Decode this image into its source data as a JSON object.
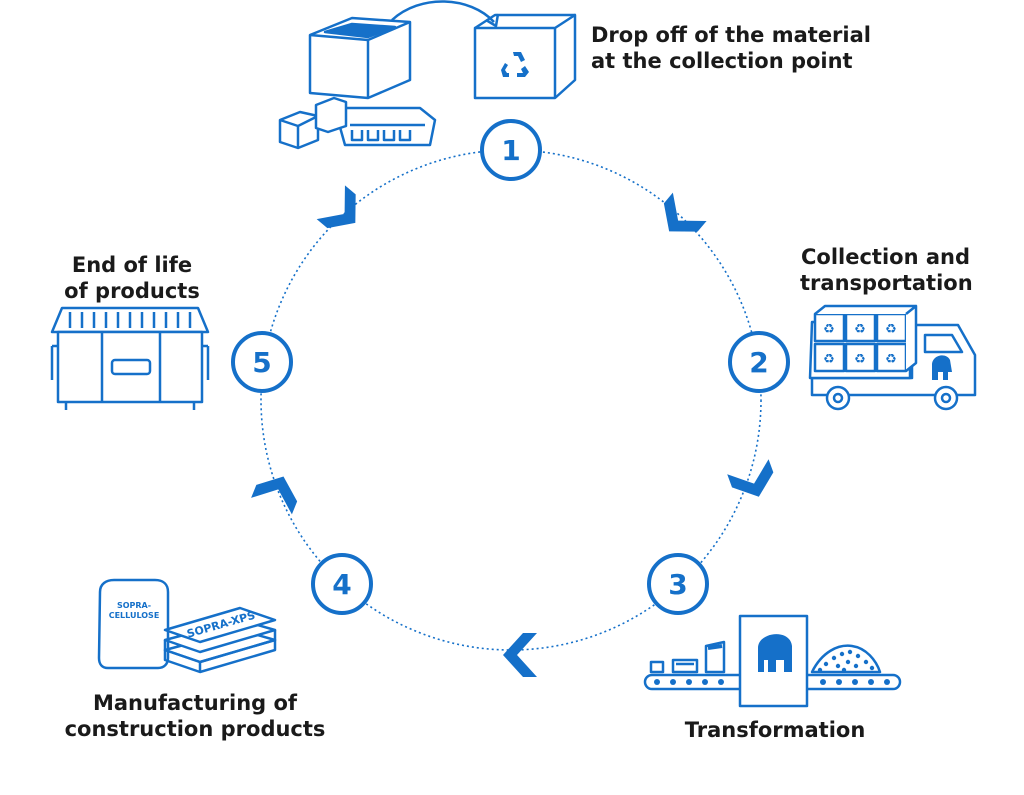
{
  "colors": {
    "accent": "#1570c9",
    "text": "#1a1a1a",
    "background": "#ffffff"
  },
  "steps": [
    {
      "number": "1",
      "title_lines": [
        "Drop off of the material",
        "at the collection point"
      ],
      "icon": "recycling-bin-and-packaging-icon"
    },
    {
      "number": "2",
      "title_lines": [
        "Collection and",
        "transportation"
      ],
      "icon": "delivery-truck-icon"
    },
    {
      "number": "3",
      "title_lines": [
        "Transformation"
      ],
      "icon": "conveyor-belt-processing-icon"
    },
    {
      "number": "4",
      "title_lines": [
        "Manufacturing of",
        "construction products"
      ],
      "icon": "insulation-products-icon"
    },
    {
      "number": "5",
      "title_lines": [
        "End of life",
        "of products"
      ],
      "icon": "dumpster-icon"
    }
  ],
  "product_labels": {
    "bag": "SOPRA-\nCELLULOSE",
    "board": "SOPRA-XPS"
  },
  "cycle_direction": "clockwise"
}
